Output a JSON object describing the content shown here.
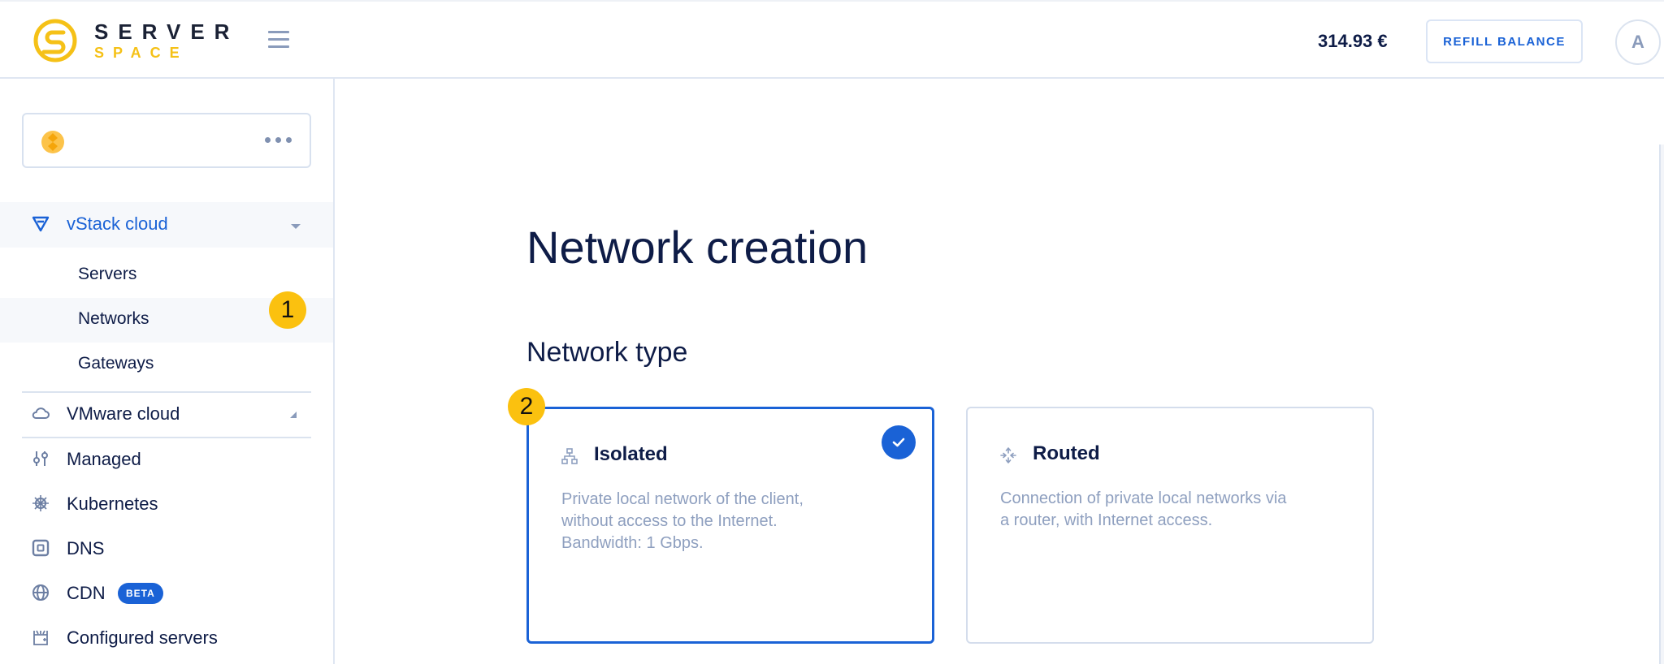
{
  "header": {
    "logo": {
      "top": "SERVER",
      "bottom": "SPACE",
      "icon": "serverspace-logo-icon"
    },
    "menu_icon": "hamburger-menu-icon",
    "balance": "314.93 €",
    "refill_label": "REFILL BALANCE",
    "avatar_initial": "A"
  },
  "sidebar": {
    "project": {
      "icon": "project-avatar-icon",
      "more_icon": "more-dots-icon"
    },
    "groups": [
      {
        "label": "vStack cloud",
        "icon": "vstack-icon",
        "expanded": true,
        "children": [
          {
            "label": "Servers",
            "active": false
          },
          {
            "label": "Networks",
            "active": true
          },
          {
            "label": "Gateways",
            "active": false
          }
        ]
      },
      {
        "label": "VMware cloud",
        "icon": "cloud-icon",
        "expanded": false
      }
    ],
    "items": [
      {
        "label": "Managed",
        "icon": "sliders-icon"
      },
      {
        "label": "Kubernetes",
        "icon": "kubernetes-helm-icon"
      },
      {
        "label": "DNS",
        "icon": "dns-icon"
      },
      {
        "label": "CDN",
        "icon": "globe-icon",
        "badge": "BETA"
      },
      {
        "label": "Configured servers",
        "icon": "configured-servers-icon"
      }
    ]
  },
  "main": {
    "title": "Network creation",
    "section_title": "Network type",
    "cards": [
      {
        "title": "Isolated",
        "icon": "network-hierarchy-icon",
        "description": "Private local network of the client, without access to the Internet. Bandwidth: 1 Gbps.",
        "desc_lines": [
          "Private local network of the client,",
          "without access to the Internet.",
          "Bandwidth: 1 Gbps."
        ],
        "selected": true
      },
      {
        "title": "Routed",
        "icon": "routed-arrows-icon",
        "description": "Connection of private local networks via a router, with Internet access.",
        "desc_lines": [
          "Connection of private local networks via",
          "a router, with Internet access."
        ],
        "selected": false
      }
    ]
  },
  "annotations": [
    {
      "number": "1",
      "target": "Networks sidebar item"
    },
    {
      "number": "2",
      "target": "Isolated network card"
    }
  ],
  "colors": {
    "accent": "#1a62d6",
    "text_dark": "#0e1c47",
    "text_muted": "#8e9fbf",
    "logo_yellow": "#f5c117",
    "marker_yellow": "#fbc10f",
    "border": "#dbe3ef",
    "active_bg": "#f6f8fb"
  }
}
